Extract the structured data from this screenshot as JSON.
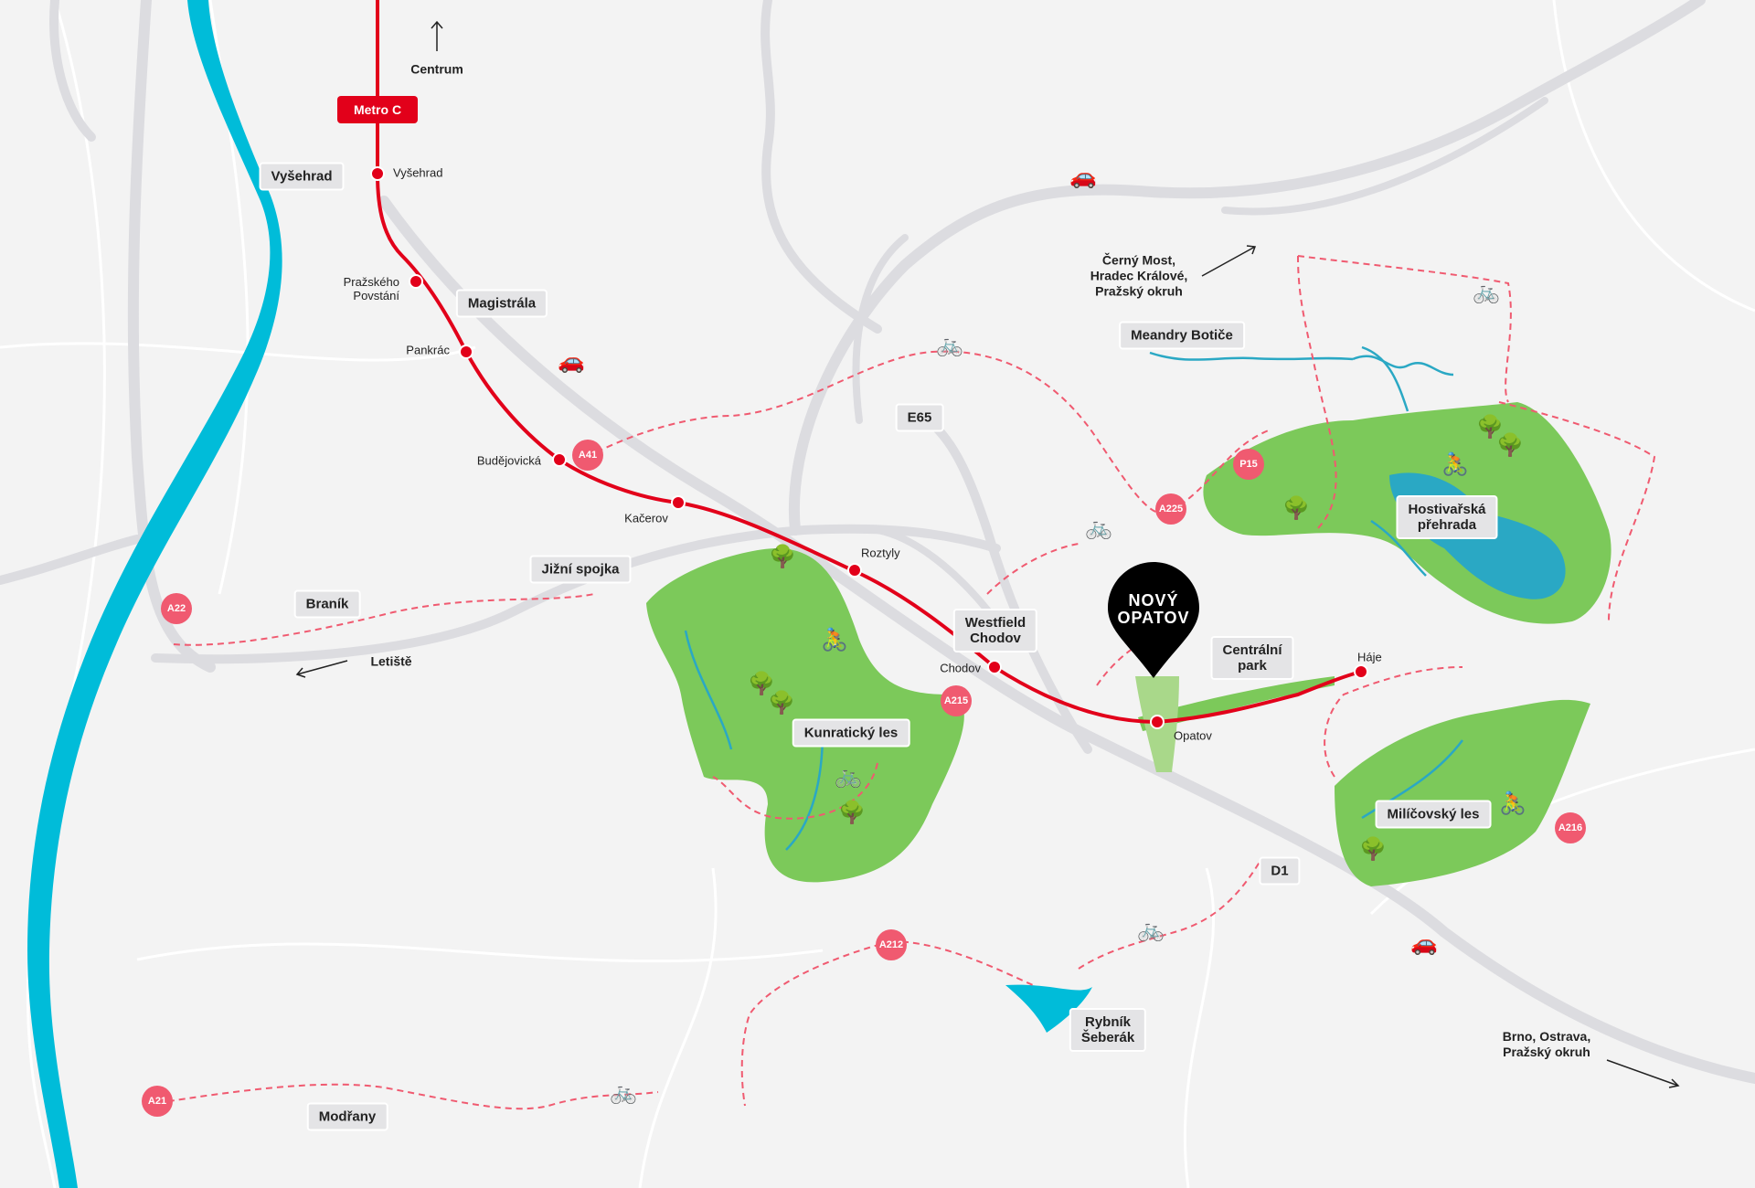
{
  "brand": {
    "pin_logo": "NOVÝ\nOPATOV",
    "pin_color": "#000000"
  },
  "metro": {
    "line_label": "Metro C",
    "color": "#e2001a"
  },
  "directions": {
    "north": "Centrum",
    "airport": "Letiště",
    "northeast": "Černý Most,\nHradec Králové,\nPražský okruh",
    "southeast": "Brno, Ostrava,\nPražský okruh"
  },
  "stations": [
    "Vyšehrad",
    "Pražského\nPovstání",
    "Pankrác",
    "Budějovická",
    "Kačerov",
    "Roztyly",
    "Chodov",
    "Opatov",
    "Háje"
  ],
  "places": {
    "vysehrad": "Vyšehrad",
    "magistrala": "Magistrála",
    "jizni_spojka": "Jižní spojka",
    "branik": "Braník",
    "westfield": "Westfield\nChodov",
    "e65": "E65",
    "d1": "D1",
    "meandry": "Meandry Botiče",
    "hostivar": "Hostivařská\npřehrada",
    "centralni_park": "Centrální\npark",
    "milicovsky": "Milíčovský les",
    "kunraticky": "Kunratický les",
    "rybnik": "Rybník\nŠeberák",
    "modrany": "Modřany"
  },
  "routes": [
    "A41",
    "A22",
    "A225",
    "P15",
    "A215",
    "A212",
    "A216",
    "A21"
  ],
  "icons": [
    "car-icon",
    "bicycle-icon",
    "cyclist-icon",
    "tree-icon"
  ],
  "colors": {
    "river": "#00bcd9",
    "park": "#7cc95a",
    "route": "#f05a70",
    "road": "#dcdce0"
  }
}
